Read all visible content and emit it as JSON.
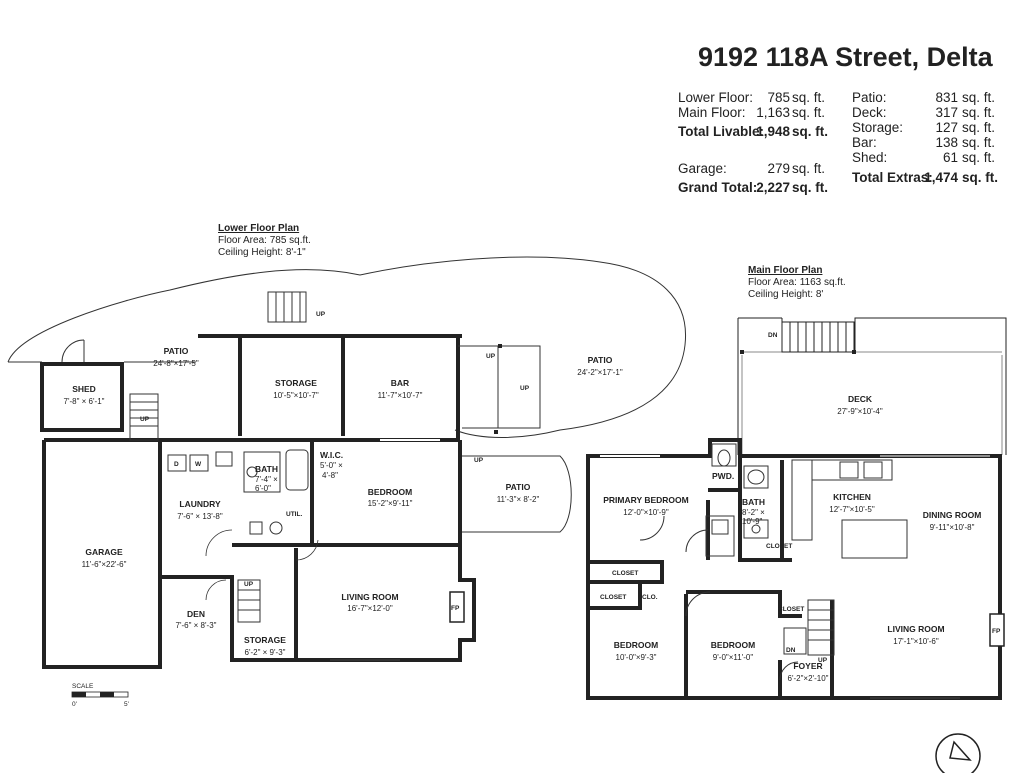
{
  "title": "9192 118A Street, Delta",
  "areas": {
    "lower_floor": {
      "label": "Lower Floor:",
      "value": "785",
      "unit": "sq. ft."
    },
    "main_floor": {
      "label": "Main Floor:",
      "value": "1,163",
      "unit": "sq. ft."
    },
    "total_livable": {
      "label": "Total Livable:",
      "value": "1,948",
      "unit": "sq. ft."
    },
    "garage": {
      "label": "Garage:",
      "value": "279",
      "unit": "sq. ft."
    },
    "grand_total": {
      "label": "Grand Total:",
      "value": "2,227",
      "unit": "sq. ft."
    },
    "patio": {
      "label": "Patio:",
      "value": "831",
      "unit": "sq. ft."
    },
    "deck": {
      "label": "Deck:",
      "value": "317",
      "unit": "sq. ft."
    },
    "storage": {
      "label": "Storage:",
      "value": "127",
      "unit": "sq. ft."
    },
    "bar": {
      "label": "Bar:",
      "value": "138",
      "unit": "sq. ft."
    },
    "shed": {
      "label": "Shed:",
      "value": "61",
      "unit": "sq. ft."
    },
    "total_extras": {
      "label": "Total Extras:",
      "value": "1,474",
      "unit": "sq. ft."
    }
  },
  "lower_plan": {
    "title": "Lower Floor Plan",
    "floor_area": "Floor Area: 785 sq.ft.",
    "ceiling": "Ceiling Height: 8'-1\"",
    "rooms": {
      "patio_main": {
        "name": "PATIO",
        "dim": "24'-8\"×17'-5\""
      },
      "shed": {
        "name": "SHED",
        "dim": "7'-8\" × 6'-1\""
      },
      "storage_top": {
        "name": "STORAGE",
        "dim": "10'-5\"×10'-7\""
      },
      "bar": {
        "name": "BAR",
        "dim": "11'-7\"×10'-7\""
      },
      "patio_right": {
        "name": "PATIO",
        "dim": "24'-2\"×17'-1\""
      },
      "patio_small": {
        "name": "PATIO",
        "dim": "11'-3\"× 8'-2\""
      },
      "bath": {
        "name": "BATH",
        "dim1": "7'-4\" ×",
        "dim2": "6'-0\""
      },
      "wic": {
        "name": "W.I.C.",
        "dim1": "5'-0\" ×",
        "dim2": "4'-8\""
      },
      "bedroom": {
        "name": "BEDROOM",
        "dim": "15'-2\"×9'-11\""
      },
      "laundry": {
        "name": "LAUNDRY",
        "dim": "7'-6\" × 13'-8\""
      },
      "util": {
        "name": "UTIL."
      },
      "garage": {
        "name": "GARAGE",
        "dim": "11'-6\"×22'-6\""
      },
      "den": {
        "name": "DEN",
        "dim": "7'-6\" × 8'-3\""
      },
      "storage_bottom": {
        "name": "STORAGE",
        "dim": "6'-2\" × 9'-3\""
      },
      "living": {
        "name": "LIVING ROOM",
        "dim": "16'-7\"×12'-0\""
      }
    },
    "labels": {
      "up": "UP",
      "dw": "D",
      "w": "W",
      "fp": "FP"
    },
    "scale": {
      "label": "SCALE",
      "min": "0'",
      "max": "5'"
    }
  },
  "main_plan": {
    "title": "Main Floor Plan",
    "floor_area": "Floor Area: 1163 sq.ft.",
    "ceiling": "Ceiling Height: 8'",
    "rooms": {
      "deck": {
        "name": "DECK",
        "dim": "27'-9\"×10'-4\""
      },
      "primary": {
        "name": "PRIMARY BEDROOM",
        "dim": "12'-0\"×10'-9\""
      },
      "pwd": {
        "name": "PWD."
      },
      "bath": {
        "name": "BATH",
        "dim1": "8'-2\" ×",
        "dim2": "10'-9\""
      },
      "kitchen": {
        "name": "KITCHEN",
        "dim": "12'-7\"×10'-5\""
      },
      "dining": {
        "name": "DINING ROOM",
        "dim": "9'-11\"×10'-8\""
      },
      "closet_bath": {
        "name": "CLOSET"
      },
      "closet_primary": {
        "name": "CLOSET"
      },
      "closet_left": {
        "name": "CLOSET"
      },
      "clo": {
        "name": "CLO."
      },
      "closet_right": {
        "name": "CLOSET"
      },
      "bedroom1": {
        "name": "BEDROOM",
        "dim": "10'-0\"×9'-3\""
      },
      "bedroom2": {
        "name": "BEDROOM",
        "dim": "9'-0\"×11'-0\""
      },
      "foyer": {
        "name": "FOYER",
        "dim": "6'-2\"×2'-10\""
      },
      "living": {
        "name": "LIVING ROOM",
        "dim": "17'-1\"×10'-6\""
      }
    },
    "labels": {
      "dn": "DN",
      "up": "UP",
      "fp": "FP"
    }
  },
  "icons": [
    "north-arrow-icon",
    "fireplace-icon",
    "stair-icon",
    "toilet-icon",
    "sink-icon",
    "bathtub-icon",
    "stove-icon"
  ]
}
